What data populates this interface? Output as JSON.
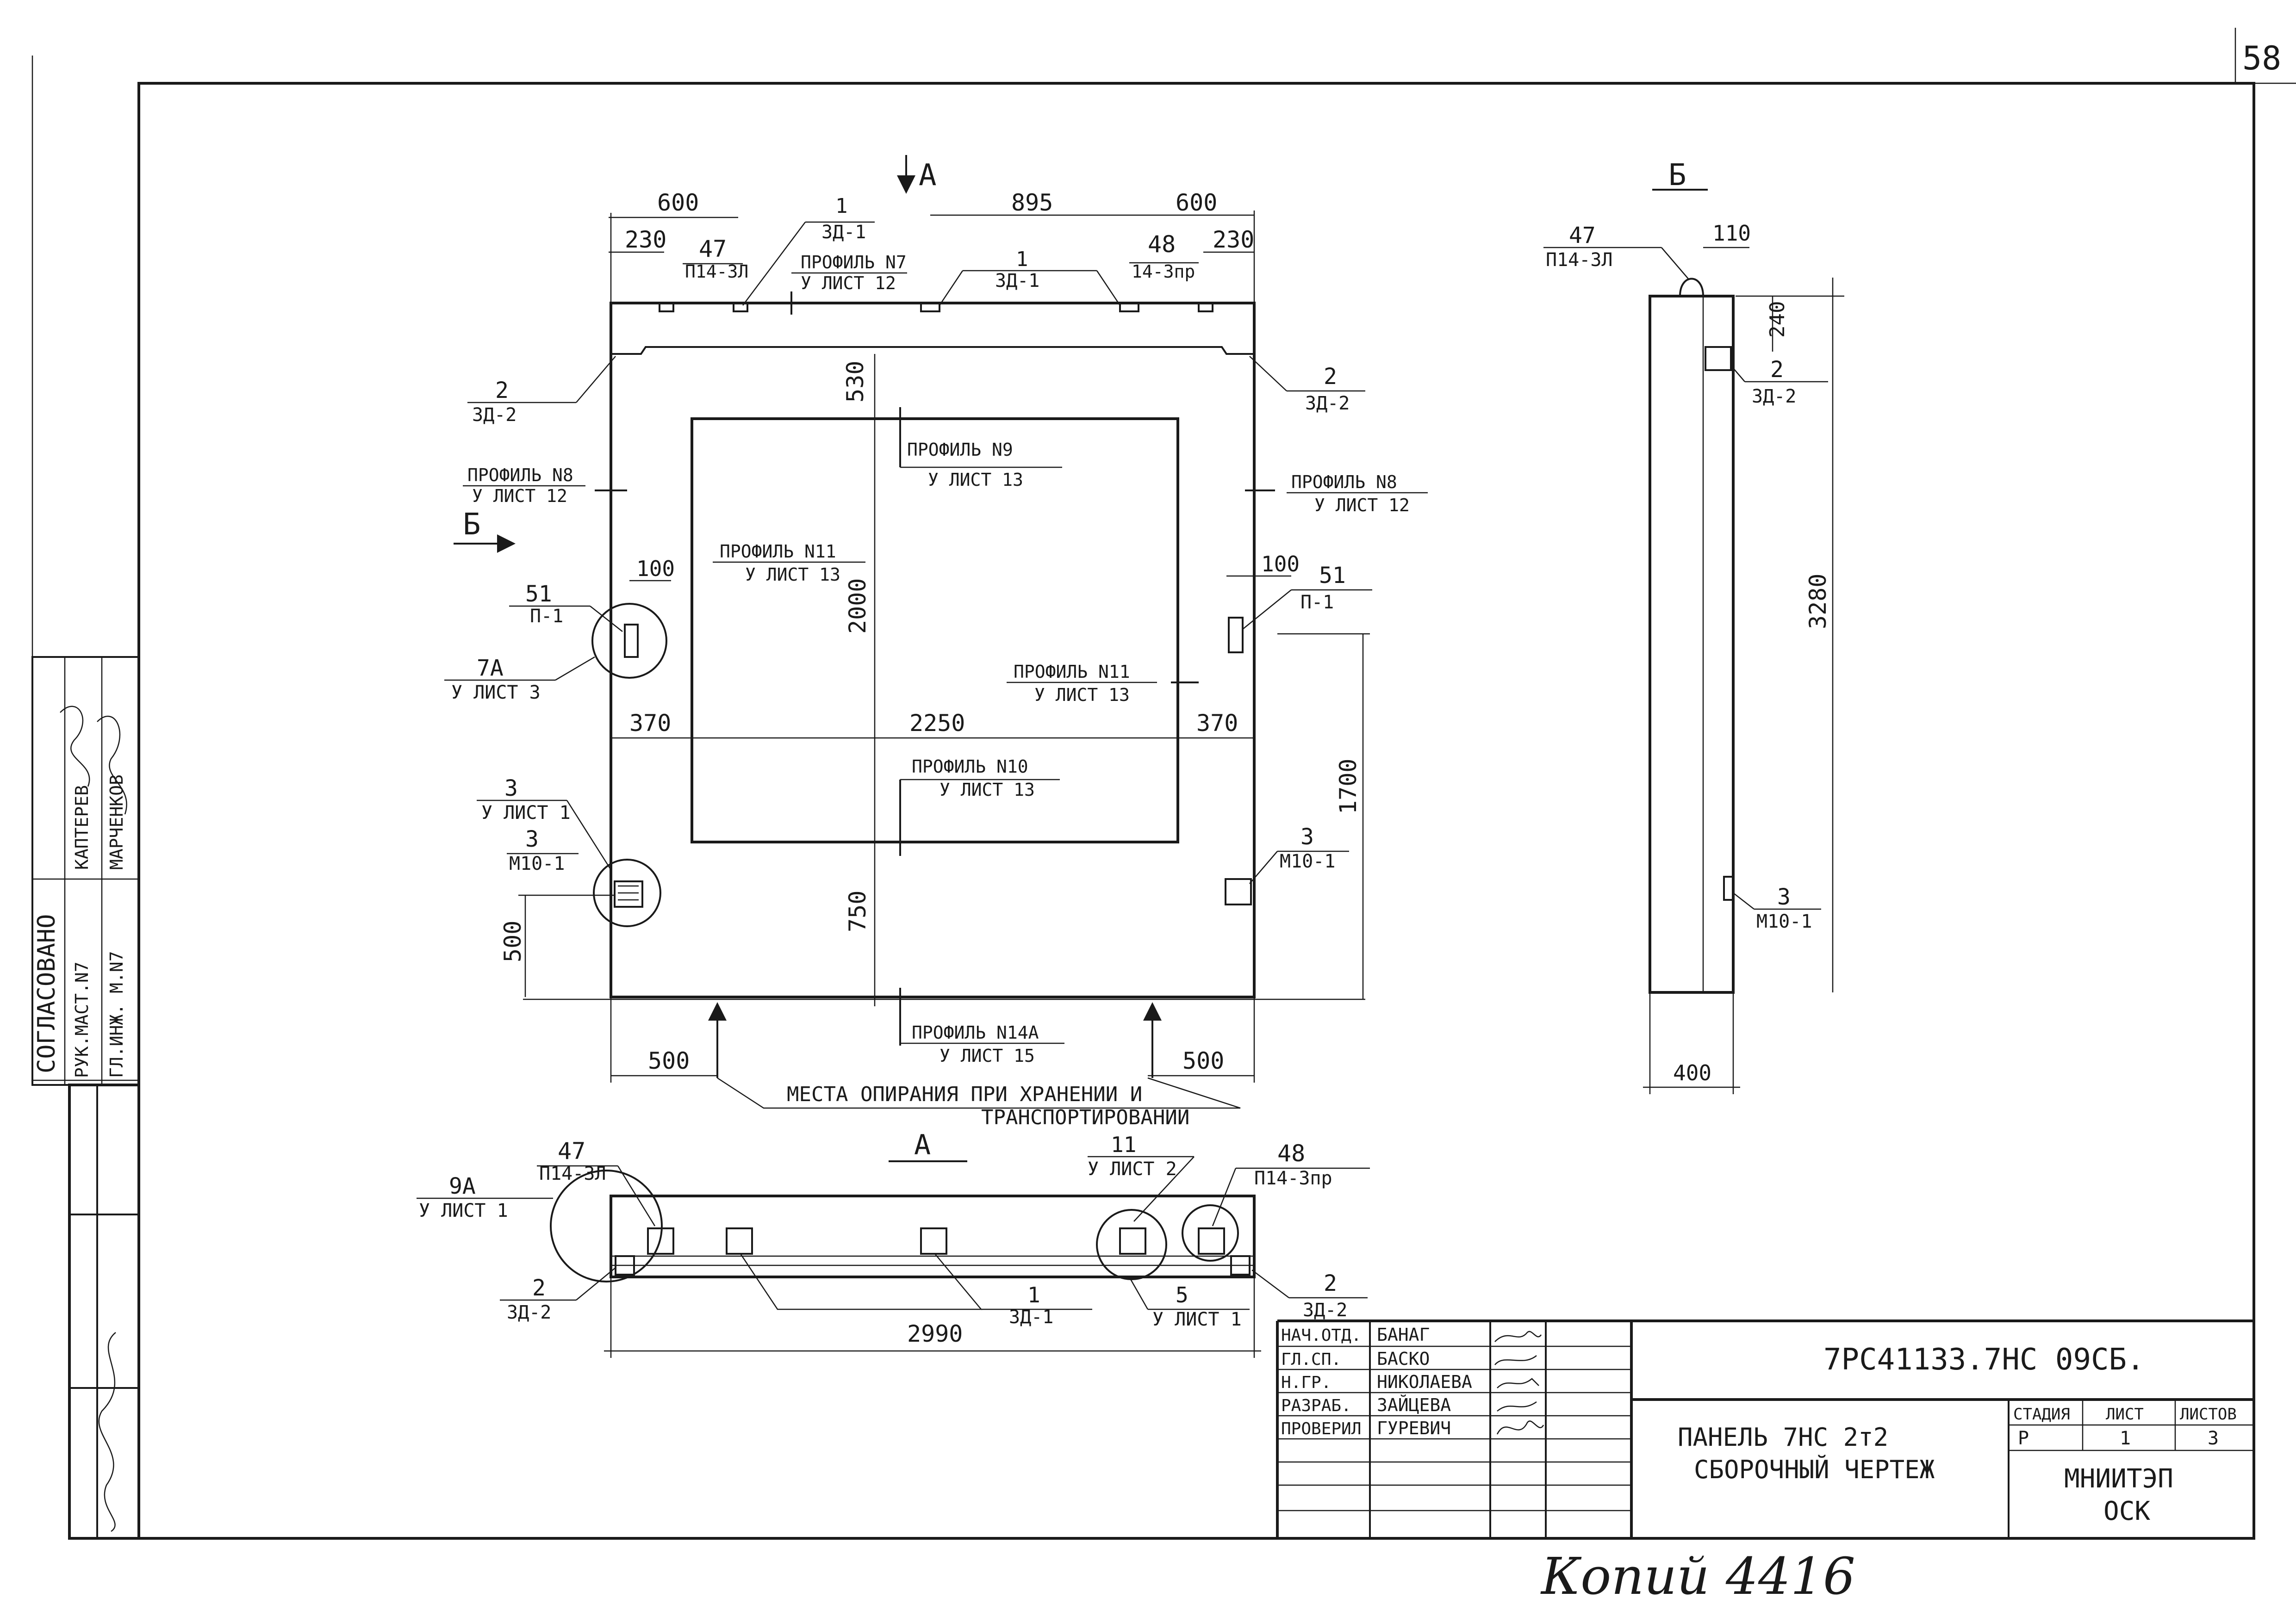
{
  "sheet": {
    "page_number": "58",
    "copy_note": "Копий 4416",
    "drawing_code": "7РС41133.7НС 09СБ.",
    "title_line1": "ПАНЕЛЬ 7НС 2т2",
    "title_line2": "СБОРОЧНЫЙ ЧЕРТЕЖ",
    "organization_line1": "МНИИТЭП",
    "organization_line2": "ОСК",
    "stage_header": "СТАДИЯ",
    "sheet_header": "ЛИСТ",
    "sheets_header": "ЛИСТОВ",
    "stage_value": "Р",
    "sheet_value": "1",
    "sheets_value": "3"
  },
  "signatures": [
    {
      "role": "НАЧ.ОТД.",
      "name": "БАНАГ"
    },
    {
      "role": "ГЛ.СП.",
      "name": "БАСКО"
    },
    {
      "role": "Н.ГР.",
      "name": "НИКОЛАЕВА"
    },
    {
      "role": "РАЗРАБ.",
      "name": "ЗАЙЦЕВА"
    },
    {
      "role": "ПРОВЕРИЛ",
      "name": "ГУРЕВИЧ"
    }
  ],
  "approval": {
    "title": "СОГЛАСОВАНО",
    "row1_role": "РУК.МАСТ.N7",
    "row1_name": "КАПТЕРЕВ",
    "row2_role": "ГЛ.ИНЖ. М.N7",
    "row2_name": "МАРЧЕНКОВ"
  },
  "front_view": {
    "section_a_mark": "А",
    "section_b_mark": "Б",
    "dims": {
      "top_left": "600",
      "top_left_sub": "230",
      "top_mid": "895",
      "top_right": "600",
      "top_right_sub": "230",
      "v_530": "530",
      "v_2000": "2000",
      "v_750": "750",
      "v_500": "500",
      "v_1700": "1700",
      "h_370_left": "370",
      "h_2250": "2250",
      "h_370_right": "370",
      "h_100_left": "100",
      "h_100_right": "100",
      "bottom_500_left": "500",
      "bottom_500_right": "500"
    },
    "callouts": {
      "c47_num": "47",
      "c47_ref": "П14-3Л",
      "c1_num": "1",
      "c1_ref": "3Д-1",
      "c1b_num": "1",
      "c1b_ref": "3Д-1",
      "c48_num": "48",
      "c48_ref": "14-3пр",
      "c2_left_num": "2",
      "c2_left_ref": "3Д-2",
      "c2_right_num": "2",
      "c2_right_ref": "3Д-2",
      "c51_left_num": "51",
      "c51_left_ref": "П-1",
      "c51_right_num": "51",
      "c51_right_ref": "П-1",
      "c7a_num": "7А",
      "c7a_ref": "У ЛИСТ 3",
      "c3_top_num": "3",
      "c3_top_ref": "У ЛИСТ 1",
      "c3_left_num": "3",
      "c3_left_ref": "М10-1",
      "c3_right_num": "3",
      "c3_right_ref": "М10-1"
    },
    "profiles": {
      "p7": "ПРОФИЛЬ N7",
      "p7_ref": "У ЛИСТ 12",
      "p8": "ПРОФИЛЬ N8",
      "p8_ref": "У ЛИСТ 12",
      "p8b": "ПРОФИЛЬ N8",
      "p8b_ref": "У ЛИСТ 12",
      "p9": "ПРОФИЛЬ N9",
      "p9_ref": "У ЛИСТ 13",
      "p10": "ПРОФИЛЬ N10",
      "p10_ref": "У ЛИСТ 13",
      "p11a": "ПРОФИЛЬ N11",
      "p11a_ref": "У ЛИСТ 13",
      "p11b": "ПРОФИЛЬ N11",
      "p11b_ref": "У ЛИСТ 13",
      "p14a": "ПРОФИЛЬ N14А",
      "p14a_ref": "У ЛИСТ 15"
    },
    "support_note_line1": "МЕСТА ОПИРАНИЯ ПРИ ХРАНЕНИИ И",
    "support_note_line2": "ТРАНСПОРТИРОВАНИИ"
  },
  "side_view": {
    "title": "Б",
    "c47_num": "47",
    "c47_ref": "П14-3Л",
    "dim_110": "110",
    "dim_240": "240",
    "c2_num": "2",
    "c2_ref": "3Д-2",
    "dim_3280": "3280",
    "c3_num": "3",
    "c3_ref": "М10-1",
    "dim_400": "400"
  },
  "plan_view": {
    "title": "А",
    "c47_num": "47",
    "c47_ref": "П14-3Л",
    "c9a_num": "9А",
    "c9a_ref": "У ЛИСТ 1",
    "c11_num": "11",
    "c11_ref": "У ЛИСТ 2",
    "c48_num": "48",
    "c48_ref": "П14-3пр",
    "c2_left_num": "2",
    "c2_left_ref": "3Д-2",
    "c1_num": "1",
    "c1_ref": "3Д-1",
    "c5_num": "5",
    "c5_ref": "У ЛИСТ 1",
    "c2_right_num": "2",
    "c2_right_ref": "3Д-2",
    "dim_2990": "2990"
  },
  "icons": [
    "arrow-down-icon",
    "arrow-right-icon",
    "arrow-up-icon",
    "embedded-plate-icon",
    "anchor-loop-icon"
  ]
}
